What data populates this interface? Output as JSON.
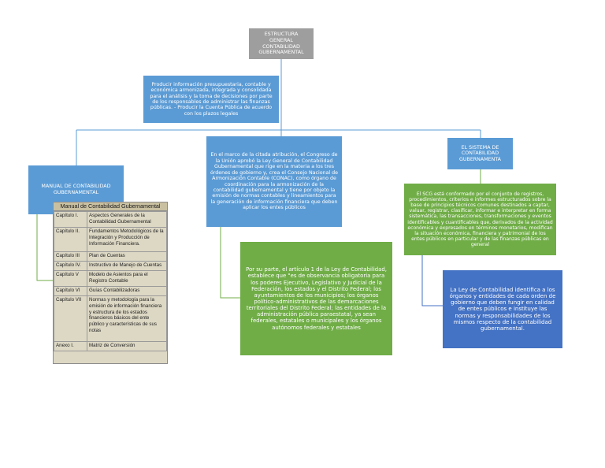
{
  "nodes": {
    "root": "ESTRUCTURA GENERAL CONTABILIDAD GUBERNAMENTAL",
    "objective": "Producir información presupuestaria, contable y económica armonizada, integrada y consolidada para el análisis y la toma de decisiones por parte de los responsables de administrar las finanzas públicas. - Producir la Cuenta Pública de acuerdo con los plazos legales",
    "manual": "MANUAL DE CONTABILIDAD GUBERNAMENTAL",
    "conac": "En el marco de la citada atribución, el Congreso de la Unión aprobó la Ley General de Contabilidad Gubernamental que rige en la materia a los tres órdenes de gobierno y, crea el Consejo Nacional de Armonización Contable (CONAC), como órgano de coordinación para la armonización de la contabilidad gubernamental y tiene por objeto la emisión de normas contables y lineamientos para la generación de información financiera que deben aplicar los entes públicos",
    "articulo": "Por su parte, el artículo 1 de la Ley de Contabilidad, establece que \"es de observancia obligatoria para los poderes Ejecutivo, Legislativo y Judicial de la Federación, los estados y el Distrito Federal; los ayuntamientos de los municipios; los órganos político-administrativos de las demarcaciones territoriales del Distrito Federal; las entidades de la administración pública paraestatal, ya sean federales, estatales o municipales y los órganos autónomos federales y estatales",
    "scg_title": "EL SISTEMA DE CONTABILIDAD GUBERNAMENTA",
    "scg_desc": "El SCG está conformado por el conjunto de registros, procedimientos, criterios e informes estructurados sobre la base de principios técnicos comunes destinados a captar, valuar, registrar, clasificar, informar e interpretar en forma sistemática, las transacciones, transformaciones y eventos identificables y cuantificables que, derivados de la actividad económica y expresados en términos monetarios, modifican la situación económica, financiera y patrimonial de los entes públicos en particular y de las finanzas públicas en general",
    "ley": "La Ley de Contabilidad identifica a los órganos y entidades de cada orden de gobierno que deben fungir en calidad de entes públicos e instituye las normas y responsabilidades de los mismos respecto de la contabilidad gubernamental."
  },
  "table": {
    "title": "Manual de Contabilidad Gubernamental",
    "rows": [
      [
        "Capítulo I.",
        "Aspectos Generales de la Contabilidad Gubernamental"
      ],
      [
        "Capítulo II.",
        "Fundamentos Metodológicos de la Integración y Producción de Información Financiera."
      ],
      [
        "Capítulo III",
        "Plan de Cuentas"
      ],
      [
        "Capítulo IV.",
        "Instructivo de Manejo de Cuentas"
      ],
      [
        "Capítulo V",
        "Modelo de Asientos para el Registro Contable"
      ],
      [
        "Capítulo VI",
        "Guías Contabilizadoras"
      ],
      [
        "Capítulo VII",
        "Normas y metodología para la emisión de información financiera y estructura de los estados financieros básicos del ente público y características de sus notas"
      ],
      [
        "Anexo I.",
        "Matriz de Conversión"
      ]
    ]
  },
  "colors": {
    "root": "#9e9e9e",
    "blue": "#5b9bd5",
    "dark_blue": "#4472c4",
    "green": "#70ad47",
    "connector_blue": "#5b9bd5",
    "connector_green": "#70ad47"
  }
}
